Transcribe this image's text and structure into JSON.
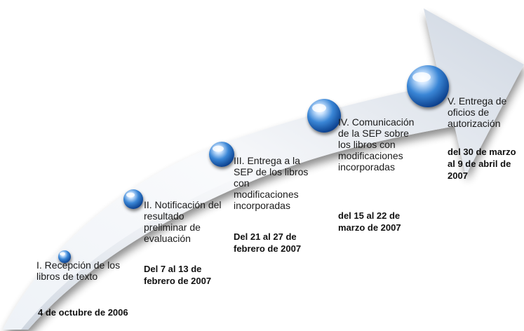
{
  "steps": [
    {
      "label": "I. Recepción de los libros de texto",
      "date": "4 de octubre de 2006"
    },
    {
      "label": "II. Notificación del resultado preliminar de evaluación",
      "date": "Del  7 al 13 de febrero de 2007"
    },
    {
      "label": "III. Entrega a la SEP de los libros con modificaciones incorporadas",
      "date": "Del 21 al 27 de febrero de 2007"
    },
    {
      "label": "IV. Comunicación de la SEP sobre los libros con modificaciones incorporadas",
      "date": "del 15 al 22 de marzo de 2007"
    },
    {
      "label": "V. Entrega de oficios de autorización",
      "date": "del 30 de marzo al 9 de abril de 2007"
    }
  ],
  "colors": {
    "arrow_light": "#f6f8fb",
    "arrow_mid": "#d4dbe5",
    "arrow_dark": "#9aa7b8",
    "sphere_light": "#cfe6ff",
    "sphere_mid": "#3a86d6",
    "sphere_dark": "#0b3f8c",
    "text": "#1a1a1a"
  }
}
